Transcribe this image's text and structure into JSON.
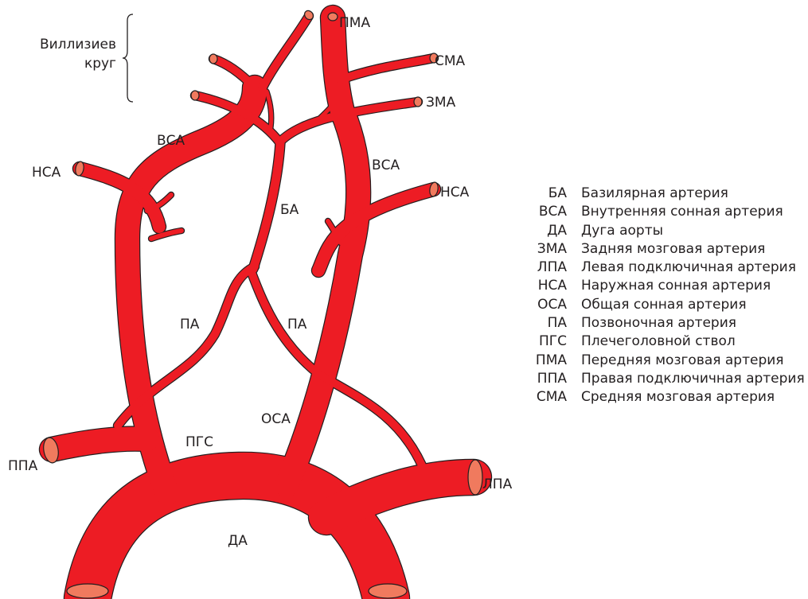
{
  "colors": {
    "artery": "#ed1c24",
    "cap": "#f07a5e",
    "outline": "#231f20",
    "text": "#231f20"
  },
  "labels": {
    "circle_line1": "Виллизиев",
    "circle_line2": "круг",
    "pma": "ПМА",
    "sma": "СМА",
    "zma": "ЗМА",
    "vsa_left": "ВСА",
    "vsa_right": "ВСА",
    "nsa_left": "НСА",
    "nsa_right": "НСА",
    "ba": "БА",
    "pa_left": "ПА",
    "pa_right": "ПА",
    "osa": "ОСА",
    "pgs": "ПГС",
    "ppa": "ППА",
    "lpa": "ЛПА",
    "da": "ДА"
  },
  "legend": [
    {
      "abbr": "БА",
      "full": "Базилярная артерия"
    },
    {
      "abbr": "ВСА",
      "full": "Внутренняя сонная артерия"
    },
    {
      "abbr": "ДА",
      "full": "Дуга аорты"
    },
    {
      "abbr": "ЗМА",
      "full": "Задняя мозговая артерия"
    },
    {
      "abbr": "ЛПА",
      "full": "Левая подключичная артерия"
    },
    {
      "abbr": "НСА",
      "full": "Наружная сонная артерия"
    },
    {
      "abbr": "ОСА",
      "full": "Общая сонная артерия"
    },
    {
      "abbr": "ПА",
      "full": "Позвоночная артерия"
    },
    {
      "abbr": "ПГС",
      "full": "Плечеголовной ствол"
    },
    {
      "abbr": "ПМА",
      "full": "Передняя мозговая артерия"
    },
    {
      "abbr": "ППА",
      "full": "Правая подключичная артерия"
    },
    {
      "abbr": "СМА",
      "full": "Средняя мозговая артерия"
    }
  ]
}
